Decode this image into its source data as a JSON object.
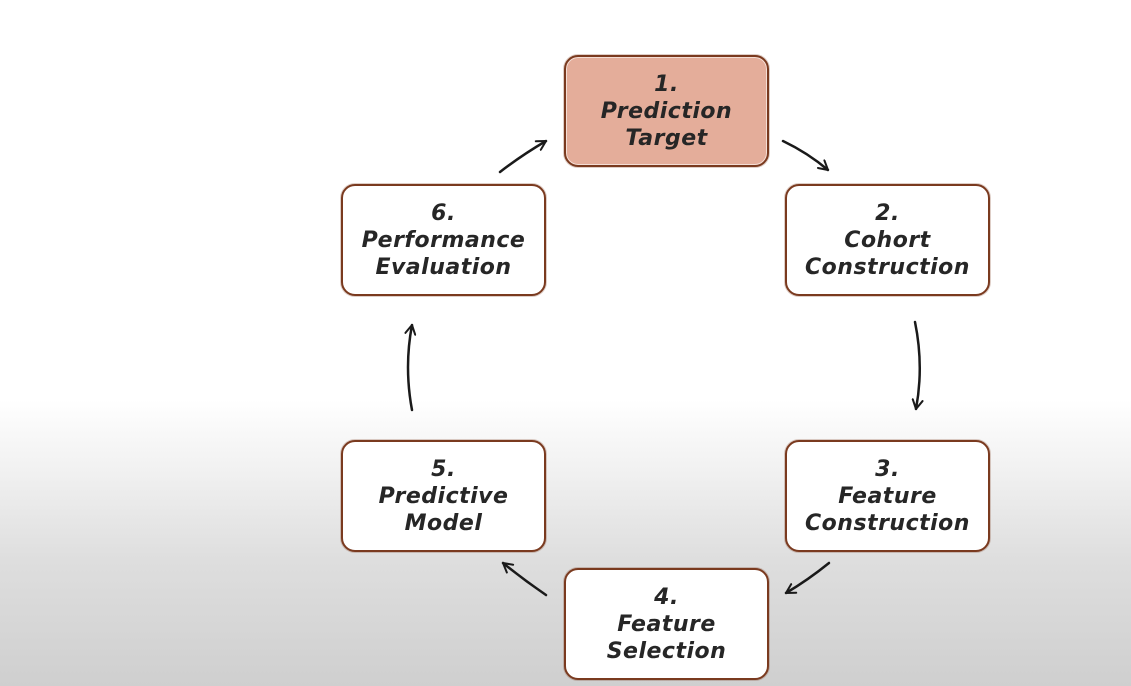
{
  "colors": {
    "highlight_fill": "#e4ad9a",
    "box_border": "#7a3a1f",
    "arrow": "#1a1a1a"
  },
  "diagram": {
    "steps": [
      {
        "number": "1.",
        "lines": [
          "Prediction",
          "Target"
        ],
        "highlighted": true
      },
      {
        "number": "2.",
        "lines": [
          "Cohort",
          "Construction"
        ],
        "highlighted": false
      },
      {
        "number": "3.",
        "lines": [
          "Feature",
          "Construction"
        ],
        "highlighted": false
      },
      {
        "number": "4.",
        "lines": [
          "Feature",
          "Selection"
        ],
        "highlighted": false
      },
      {
        "number": "5.",
        "lines": [
          "Predictive",
          "Model"
        ],
        "highlighted": false
      },
      {
        "number": "6.",
        "lines": [
          "Performance",
          "Evaluation"
        ],
        "highlighted": false
      }
    ]
  }
}
